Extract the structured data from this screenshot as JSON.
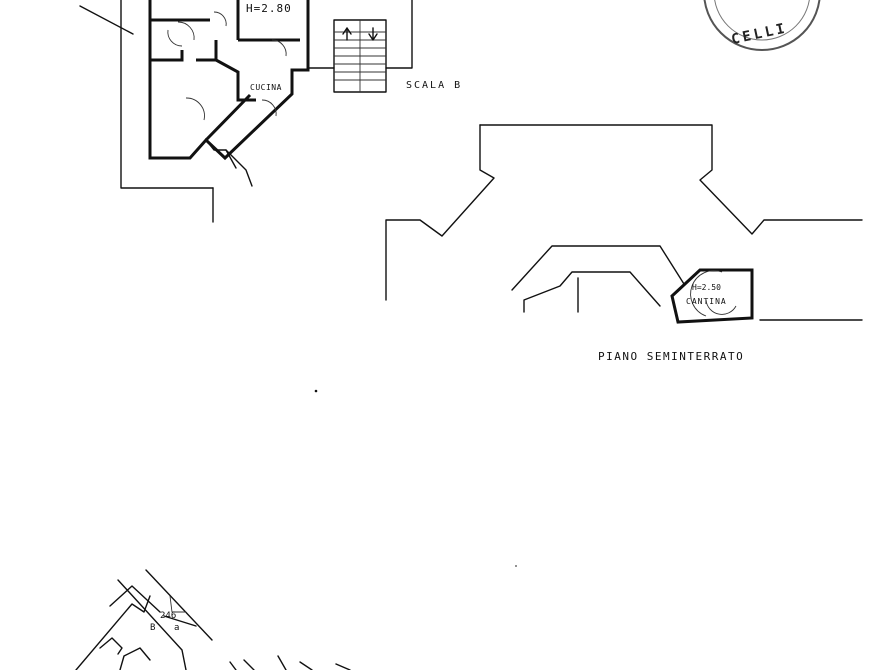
{
  "labels": {
    "room_height": "H=2.80",
    "kitchen": "CUCINA",
    "stair_b": "SCALA B",
    "cellar_height": "H=2.50",
    "cellar": "CANTINA",
    "floor_name": "PIANO SEMINTERRATO",
    "parcel_number": "246",
    "parcel_letter_b": "B",
    "parcel_letter_a": "a"
  },
  "stamp": {
    "text": "CELLI"
  },
  "colors": {
    "ink": "#111111",
    "paper": "#ffffff"
  }
}
